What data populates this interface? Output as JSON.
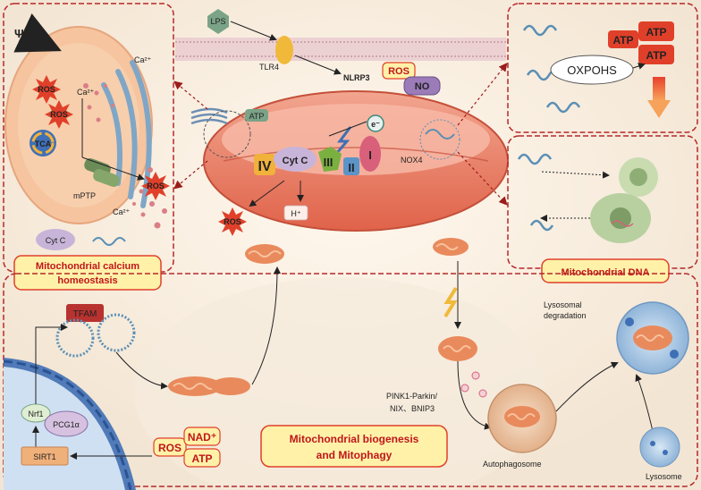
{
  "labels": {
    "psi": "Ψ",
    "ca2_top": "Ca²⁺",
    "ca2_mid": "Ca²⁺",
    "ca2_low": "Ca²⁺",
    "ros_1": "ROS",
    "ros_2": "ROS",
    "ros_3": "ROS",
    "ros_4": "ROS",
    "tca": "TCA",
    "mptp": "mPTP",
    "cytc_left": "Cyt C",
    "lps": "LPS",
    "tlr4": "TLR4",
    "nlrp3": "NLRP3",
    "ros_center": "ROS",
    "no": "NO",
    "electron": "e⁻",
    "atp_center": "ATP",
    "complex_iv": "IV",
    "cytc_center": "Cyt C",
    "complex_iii": "III",
    "complex_ii": "II",
    "complex_i": "I",
    "nox4": "NOX4",
    "h_plus": "H⁺",
    "atp_r1": "ATP",
    "atp_r2": "ATP",
    "atp_r3": "ATP",
    "oxphos": "OXPOHS",
    "tfam": "TFAM",
    "nrf1": "Nrf1",
    "pcg1a": "PCG1α",
    "sirt1": "SIRT1",
    "ros_bottom": "ROS",
    "nad": "NAD⁺",
    "atp_bottom": "ATP",
    "pink1_line1": "PINK1-Parkin/",
    "pink1_line2": "NIX、BNIP3",
    "autophagosome": "Autophagosome",
    "lysosomal_line1": "Lysosomal",
    "lysosomal_line2": "degradation",
    "lysosome": "Lysosome"
  },
  "titles": {
    "calcium_line1": "Mitochondrial calcium",
    "calcium_line2": "homeostasis",
    "mtdna": "Mitochondrial DNA",
    "biogenesis_line1": "Mitochondrial biogenesis",
    "biogenesis_line2": "and Mitophagy"
  },
  "colors": {
    "panel_border": "#b5282a",
    "title_text": "#c0161a",
    "title_fill": "#fff2a8",
    "ros_fill": "#e0402a",
    "mito_fill": "#e7765f",
    "atp_fill": "#e0402a",
    "lps_fill": "#7aa387",
    "no_fill": "#9b7bb8"
  }
}
